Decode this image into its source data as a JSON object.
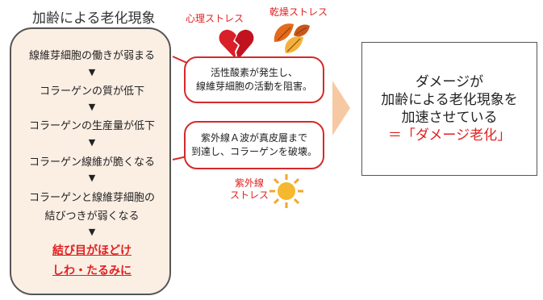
{
  "left": {
    "title": "加齢による老化現象",
    "steps": [
      "線維芽細胞の働きが弱まる",
      "コラーゲンの質が低下",
      "コラーゲンの生産量が低下",
      "コラーゲン線維が脆くなる",
      "コラーゲンと線維芽細胞の",
      "結びつきが弱くなる"
    ],
    "arrow": "▼",
    "result_line1": "結び目がほどけ",
    "result_line2": "しわ・たるみに"
  },
  "stresses": {
    "psych": "心理ストレス",
    "dry": "乾燥ストレス",
    "uv_line1": "紫外線",
    "uv_line2": "ストレス"
  },
  "bubbles": {
    "top_line1": "活性酸素が発生し、",
    "top_line2": "線維芽細胞の活動を阻害。",
    "bottom_line1": "紫外線Ａ波が真皮層まで",
    "bottom_line2": "到達し、コラーゲンを破壊。"
  },
  "result_box": {
    "line1": "ダメージが",
    "line2": "加齢による老化現象を",
    "line3": "加速させている",
    "line4": "＝「ダメージ老化」"
  },
  "colors": {
    "accent_red": "#e02020",
    "panel_fill": "#fbeee3",
    "chevron": "#f7c9a3"
  },
  "icons": [
    "broken-heart-icon",
    "autumn-leaves-icon",
    "sun-icon"
  ]
}
